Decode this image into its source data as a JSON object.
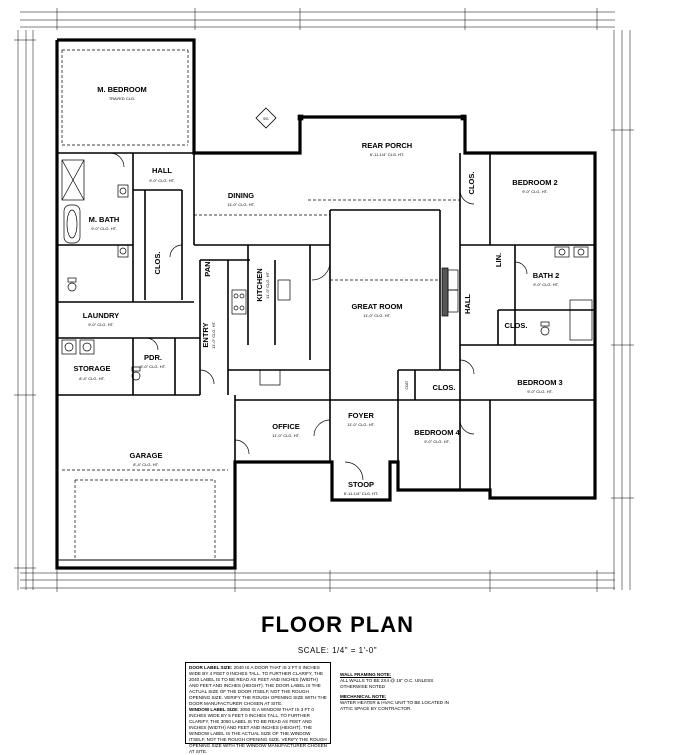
{
  "drawing": {
    "title": "FLOOR PLAN",
    "scale": "SCALE: 1/4\" = 1'-0\"",
    "marker": "S01"
  },
  "rooms": {
    "m_bedroom": {
      "name": "M. BEDROOM",
      "sub": "TRAYED CLG."
    },
    "hall_top": {
      "name": "HALL",
      "sub": "9'-0\" CLG. HT."
    },
    "m_bath": {
      "name": "M. BATH",
      "sub": "9'-0\" CLG. HT."
    },
    "clos_master": {
      "name": "CLOS."
    },
    "dining": {
      "name": "DINING",
      "sub": "11'-0\" CLG. HT."
    },
    "rear_porch": {
      "name": "REAR PORCH",
      "sub": "6'-11-1/4\" CLG. HT."
    },
    "clos_bed2": {
      "name": "CLOS."
    },
    "bedroom2": {
      "name": "BEDROOM 2",
      "sub": "9'-0\" CLG. HT."
    },
    "lin": {
      "name": "LIN."
    },
    "bath2": {
      "name": "BATH 2",
      "sub": "9'-0\" CLG. HT."
    },
    "pan": {
      "name": "PAN."
    },
    "kitchen": {
      "name": "KITCHEN",
      "sub": "11'-0\" CLG. HT."
    },
    "great_room": {
      "name": "GREAT ROOM",
      "sub": "11'-0\" CLG. HT."
    },
    "hall_right": {
      "name": "HALL"
    },
    "clos_bath2": {
      "name": "CLOS."
    },
    "entry": {
      "name": "ENTRY",
      "sub": "11'-0\" CLG. HT."
    },
    "laundry": {
      "name": "LAUNDRY",
      "sub": "9'-0\" CLG. HT."
    },
    "storage": {
      "name": "STORAGE",
      "sub": "8'-4\" CLG. HT."
    },
    "pdr": {
      "name": "PDR.",
      "sub": "9'-0\" CLG. HT."
    },
    "bedroom3": {
      "name": "BEDROOM 3",
      "sub": "9'-0\" CLG. HT."
    },
    "foyer": {
      "name": "FOYER",
      "sub": "11'-0\" CLG. HT."
    },
    "office": {
      "name": "OFFICE",
      "sub": "11'-0\" CLG. HT."
    },
    "coat": {
      "name": "COAT"
    },
    "clos_bed4": {
      "name": "CLOS."
    },
    "bedroom4": {
      "name": "BEDROOM 4",
      "sub": "9'-0\" CLG. HT."
    },
    "garage": {
      "name": "GARAGE",
      "sub": "8'-4\" CLG. HT."
    },
    "stoop": {
      "name": "STOOP",
      "sub": "6'-11-1/4\" CLG. HT."
    }
  },
  "notes": {
    "door_label_head": "DOOR LABEL SIZE:",
    "door_label_body": "2040 IS A DOOR THAT IS 2 FT 0 INCHES WIDE BY 4 FEET 0 INCHES TALL. TO FURTHER CLARIFY, THE 2040 LABEL IS TO BE READ AS FEET AND INCHES (WIDTH) AND FEET AND INCHES (HEIGHT). THE DOOR LABEL IS THE ACTUAL SIZE OF THE DOOR ITSELF, NOT THE ROUGH OPENING SIZE. VERIFY THE ROUGH OPENING SIZE WITH THE DOOR MANUFACTURER CHOSEN AT SITE.",
    "window_label_head": "WINDOW LABEL SIZE:",
    "window_label_body": "3050 IS A WINDOW THAT IS 3 FT 0 INCHES WIDE BY 5 FEET 0 INCHES TALL. TO FURTHER CLARIFY, THE 3050 LABEL IS TO BE READ AS FEET AND INCHES (WIDTH) AND FEET AND INCHES (HEIGHT). THE WINDOW LABEL IS THE ACTUAL SIZE OF THE WINDOW ITSELF, NOT THE ROUGH OPENING SIZE. VERIFY THE ROUGH OPENING SIZE WITH THE WINDOW MANUFACTURER CHOSEN AT SITE.",
    "wall_framing_head": "WALL FRAMING NOTE:",
    "wall_framing_body": "ALL WALLS TO BE 2X4 @ 16\" O.C. UNLESS OTHERWISE NOTED",
    "mechanical_head": "MECHANICAL NOTE:",
    "mechanical_body": "WATER HEATER & HVAC UNIT TO BE LOCATED IN ATTIC SPACE BY CONTRACTOR."
  },
  "colors": {
    "line": "#000000",
    "background": "#ffffff",
    "hatch": "#555555"
  }
}
